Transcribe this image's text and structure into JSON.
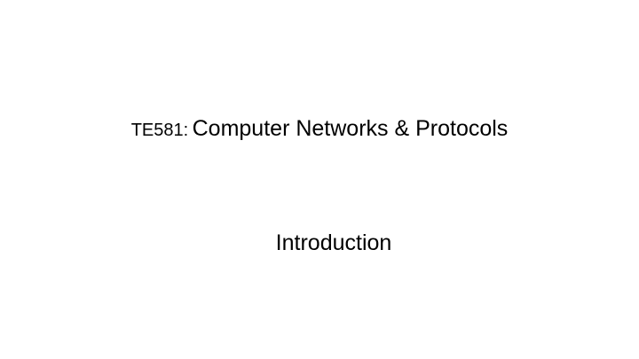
{
  "slide": {
    "title": {
      "course_code": "TE581:",
      "course_name": "Computer Networks & Protocols"
    },
    "subtitle": "Introduction",
    "colors": {
      "background": "#ffffff",
      "text": "#000000"
    }
  }
}
